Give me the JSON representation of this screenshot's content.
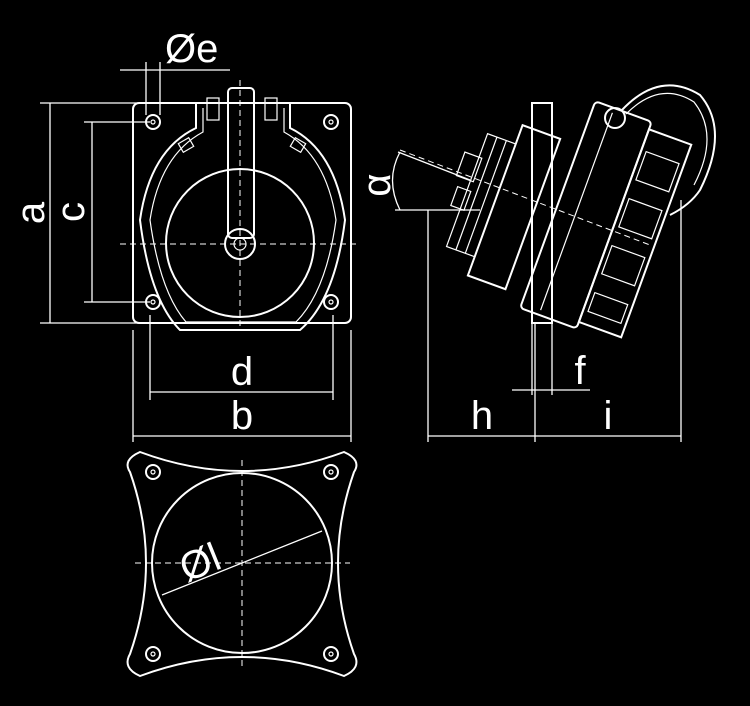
{
  "drawing": {
    "background": "#000000",
    "line_color": "#ffffff",
    "views": [
      "front-view",
      "side-view",
      "panel-cutout-view"
    ],
    "labels": {
      "e": "Øe",
      "a": "a",
      "c": "c",
      "d": "d",
      "b": "b",
      "alpha": "α",
      "f": "f",
      "h": "h",
      "i": "i",
      "l": "Øl"
    }
  }
}
